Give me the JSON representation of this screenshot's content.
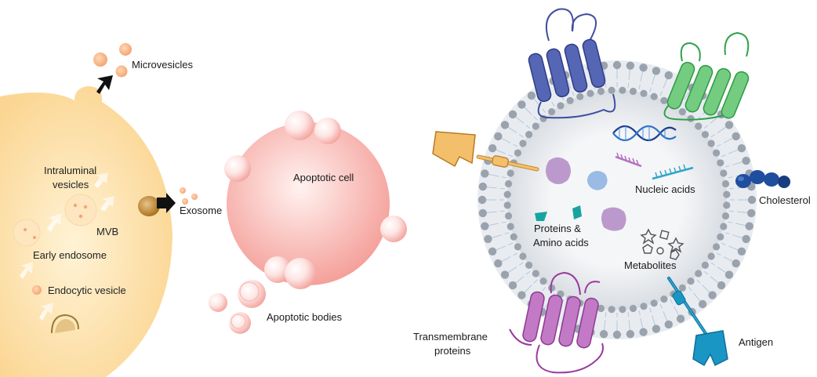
{
  "left_panel": {
    "microvesicles": "Microvesicles",
    "intraluminal_line1": "Intraluminal",
    "intraluminal_line2": "vesicles",
    "mvb": "MVB",
    "early_endosome": "Early endosome",
    "endocytic_vesicle": "Endocytic vesicle",
    "exosome": "Exosome",
    "apoptotic_cell": "Apoptotic cell",
    "apoptotic_bodies": "Apoptotic bodies"
  },
  "right_panel": {
    "nucleic_acids": "Nucleic acids",
    "cholesterol": "Cholesterol",
    "proteins_line1": "Proteins &",
    "proteins_line2": "Amino acids",
    "metabolites": "Metabolites",
    "transmembrane_line1": "Transmembrane",
    "transmembrane_line2": "proteins",
    "antigen": "Antigen"
  },
  "colors": {
    "cell_fill": "#fce0a6",
    "apoptotic_fill": "#f7a9a3",
    "membrane_head": "#9aa3ad",
    "vesicle_inner": "#eceff2",
    "blue_protein": "#5566b5",
    "green_protein": "#74cc80",
    "purple_protein": "#c27ac6",
    "cholesterol": "#1f4e9e",
    "antigen": "#1a96c4",
    "orange_receptor": "#f3bf6b"
  }
}
